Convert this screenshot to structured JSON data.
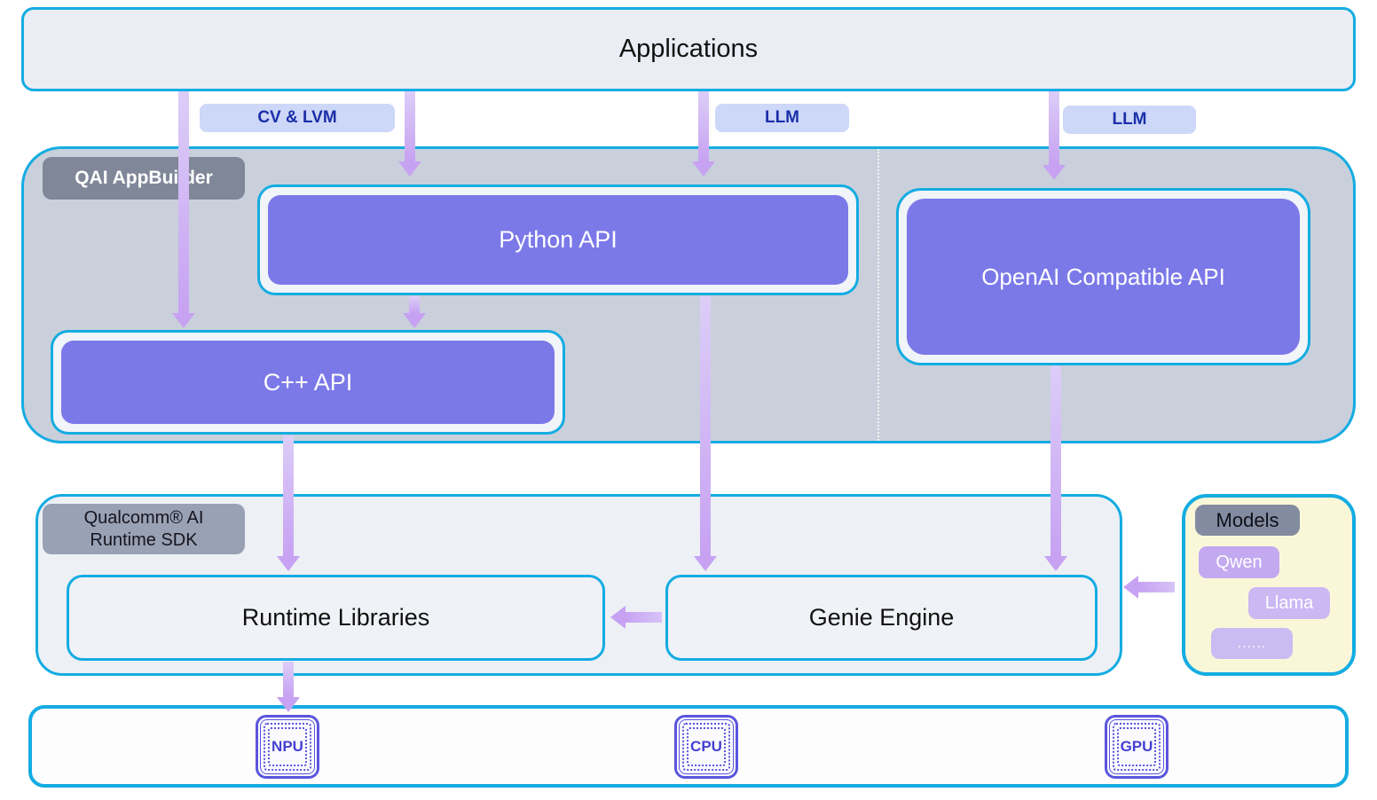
{
  "applications": {
    "label": "Applications"
  },
  "flow_tags": {
    "cv_lvm": "CV & LVM",
    "llm_left": "LLM",
    "llm_right": "LLM"
  },
  "appbuilder": {
    "tag": "QAI AppBuilder",
    "python_api": "Python API",
    "openai_api": "OpenAI Compatible API",
    "cpp_api": "C++ API"
  },
  "runtime_sdk": {
    "tag_line1": "Qualcomm® AI",
    "tag_line2": "Runtime SDK",
    "runtime_libraries": "Runtime Libraries",
    "genie_engine": "Genie Engine"
  },
  "models": {
    "tag": "Models",
    "items": [
      "Qwen",
      "Llama",
      "......"
    ]
  },
  "hardware": {
    "npu": "NPU",
    "cpu": "CPU",
    "gpu": "GPU"
  },
  "colors": {
    "accent_cyan": "#14ace2",
    "purple_box": "#7b79e8",
    "arrow_purple": "#c7a2f2",
    "container_gray": "#cad0db",
    "sdk_container_bg": "#edf0f5",
    "models_yellow": "#faf7d9",
    "appbuilder_tag_gray": "#7f8798",
    "qualcomm_tag_gray": "#99a1b4",
    "flow_tag_bg": "#cdd7f8",
    "flow_tag_text": "#1b2fa8",
    "processor_chip_blue": "#5a55dd"
  }
}
